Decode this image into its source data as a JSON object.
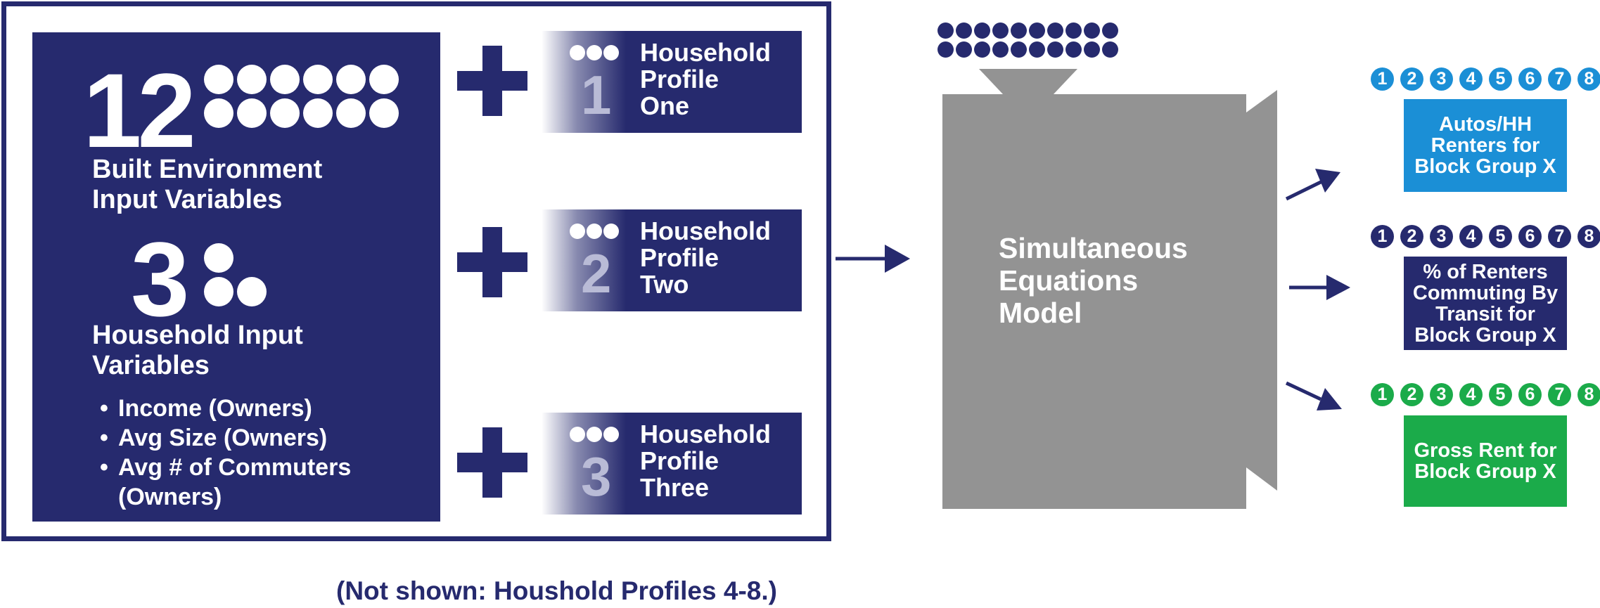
{
  "colors": {
    "navy": "#262a6e",
    "gray": "#939393",
    "blue": "#1b8fd6",
    "green": "#1bab4a",
    "white": "#ffffff",
    "profile_digit": "#b9bbd6"
  },
  "inputs": {
    "built_env_count": "12",
    "built_env_label_1": "Built Environment",
    "built_env_label_2": "Input Variables",
    "household_count": "3",
    "household_label_1": "Household Input",
    "household_label_2": "Variables",
    "household_vars": [
      "Income (Owners)",
      "Avg Size (Owners)",
      "Avg # of Commuters",
      "(Owners)"
    ]
  },
  "profiles": [
    {
      "number": "1",
      "line1": "Household",
      "line2": "Profile",
      "line3": "One"
    },
    {
      "number": "2",
      "line1": "Household",
      "line2": "Profile",
      "line3": "Two"
    },
    {
      "number": "3",
      "line1": "Household",
      "line2": "Profile",
      "line3": "Three"
    }
  ],
  "model": {
    "line1": "Simultaneous",
    "line2": "Equations",
    "line3": "Model"
  },
  "outputs": [
    {
      "color": "#1b8fd6",
      "numbers": [
        "1",
        "2",
        "3",
        "4",
        "5",
        "6",
        "7",
        "8"
      ],
      "text": "Autos/HH Renters for Block Group X"
    },
    {
      "color": "#262a6e",
      "numbers": [
        "1",
        "2",
        "3",
        "4",
        "5",
        "6",
        "7",
        "8"
      ],
      "text": "% of Renters Commuting By Transit for Block Group X"
    },
    {
      "color": "#1bab4a",
      "numbers": [
        "1",
        "2",
        "3",
        "4",
        "5",
        "6",
        "7",
        "8"
      ],
      "text": "Gross Rent for Block Group X"
    }
  ],
  "footnote": "(Not shown: Houshold Profiles 4-8.)"
}
